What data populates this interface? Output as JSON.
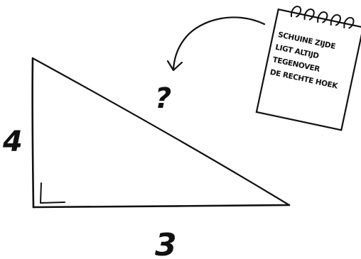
{
  "triangle": {
    "side_vertical": "4",
    "side_horizontal": "3",
    "unknown_side": "?"
  },
  "note": {
    "lines": [
      "SCHUINE ZIJDE",
      "LIGT ALTIJD",
      "TEGENOVER",
      "DE RECHTE HOEK"
    ]
  },
  "colors": {
    "ink": "#111111",
    "paper": "#ffffff"
  }
}
